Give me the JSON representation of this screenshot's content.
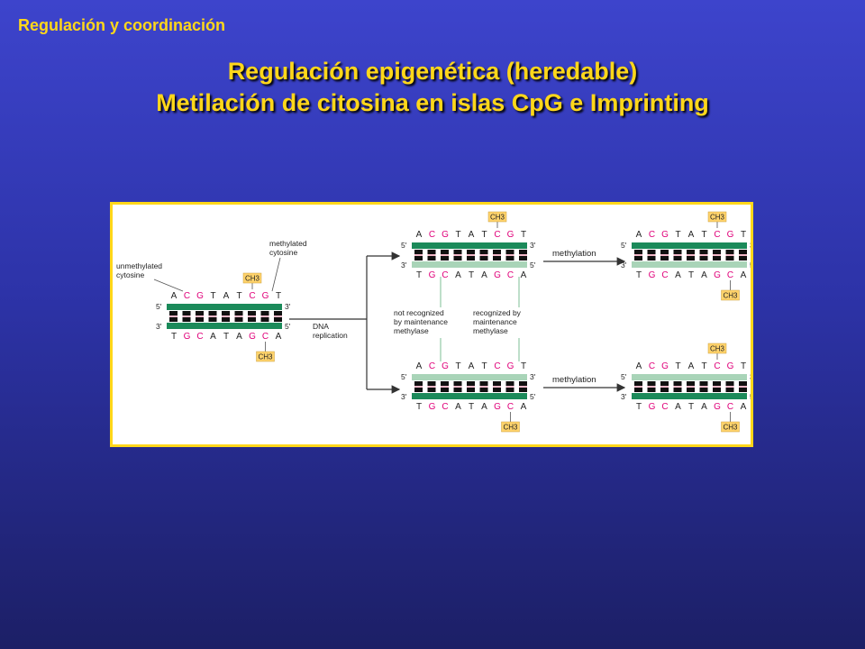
{
  "header": "Regulación y coordinación",
  "title": {
    "line1": "Regulación epigenética (heredable)",
    "line2": "Metilación de citosina en islas CpG e Imprinting"
  },
  "colors": {
    "accent_yellow": "#ffd71a",
    "strand_green": "#1b8a5a",
    "strand_light_green": "#a9d4b8",
    "methyl_pink": "#e0007a",
    "ch3_box": "#ffd36b"
  },
  "diagram": {
    "labels": {
      "unmethylated": [
        "unmethylated",
        "cytosine"
      ],
      "methylated": [
        "methylated",
        "cytosine"
      ],
      "dna_replication": [
        "DNA",
        "replication"
      ],
      "methylation_top": "methylation",
      "methylation_bottom": "methylation",
      "not_recognized": [
        "not recognized",
        "by maintenance",
        "methylase"
      ],
      "recognized": [
        "recognized by",
        "maintenance",
        "methylase"
      ]
    },
    "top_sequence": [
      "A",
      "C",
      "G",
      "T",
      "A",
      "T",
      "C",
      "G",
      "T"
    ],
    "bottom_sequence": [
      "T",
      "G",
      "C",
      "A",
      "T",
      "A",
      "G",
      "C",
      "A"
    ],
    "end_5": "5'",
    "end_3": "3'",
    "ch3": "CH3"
  }
}
